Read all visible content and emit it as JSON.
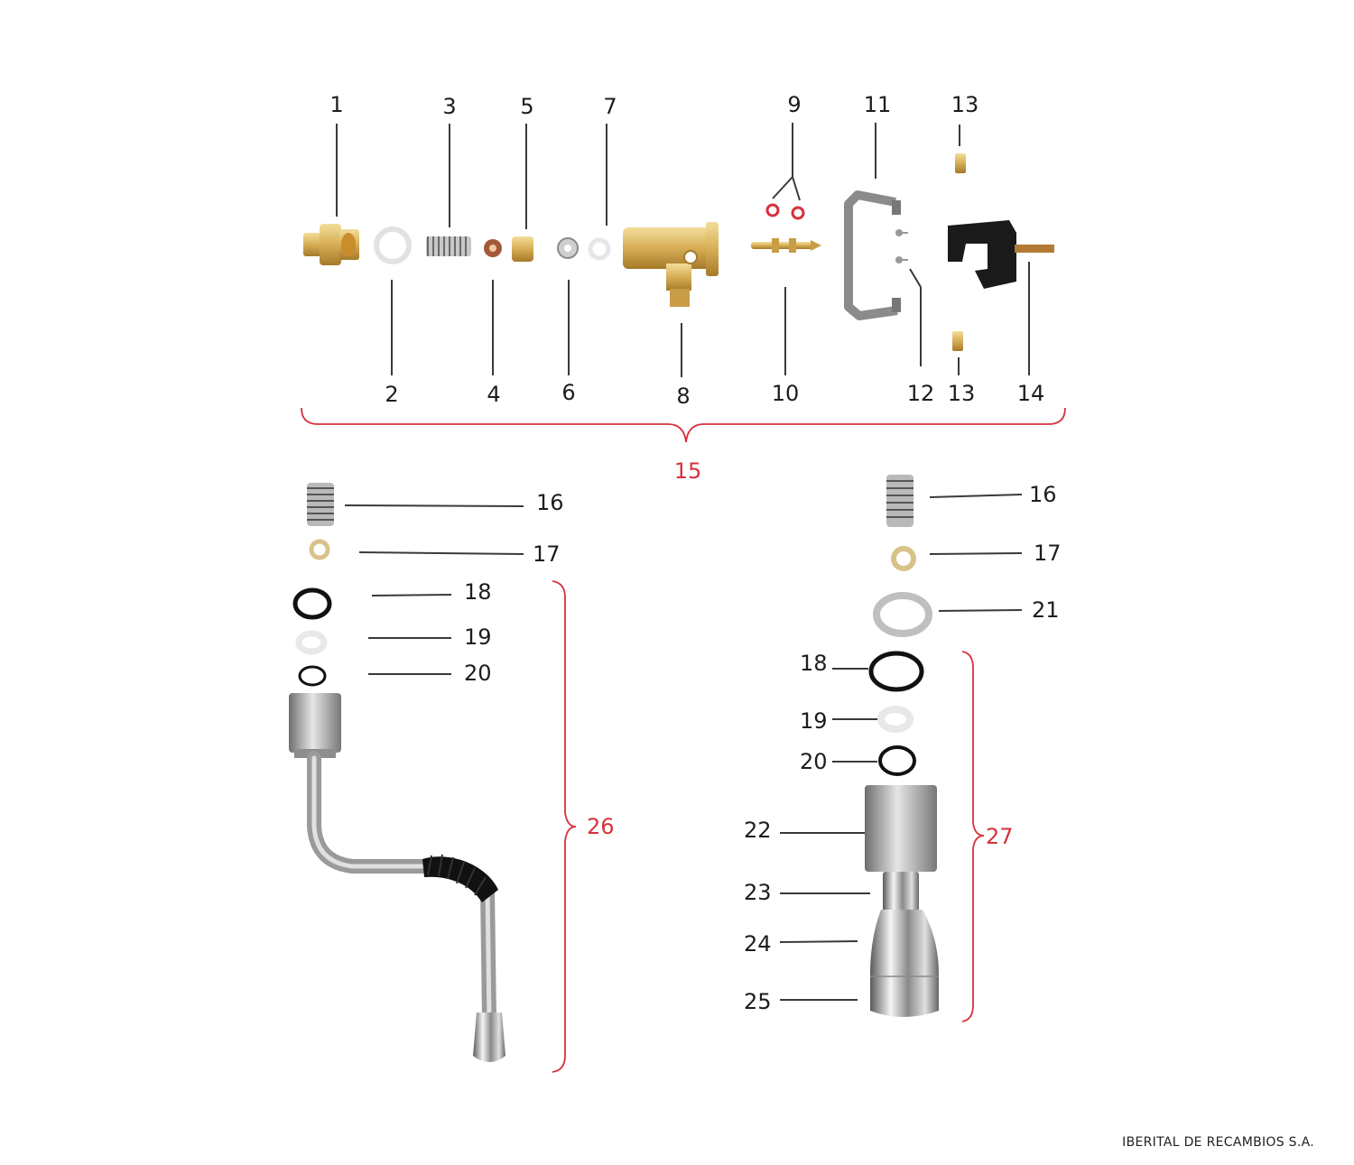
{
  "parts": {
    "p1": "1",
    "p2": "2",
    "p3": "3",
    "p4": "4",
    "p5": "5",
    "p6": "6",
    "p7": "7",
    "p8": "8",
    "p9": "9",
    "p10": "10",
    "p11": "11",
    "p12": "12",
    "p13a": "13",
    "p13b": "13",
    "p14": "14",
    "p15": "15",
    "l16": "16",
    "l17": "17",
    "l18": "18",
    "l19": "19",
    "l20": "20",
    "l26": "26",
    "r16": "16",
    "r17": "17",
    "r21": "21",
    "r18": "18",
    "r19": "19",
    "r20": "20",
    "r22": "22",
    "r23": "23",
    "r24": "24",
    "r25": "25",
    "r27": "27"
  },
  "colors": {
    "brace": "#d6323c",
    "brass": "#d9b45a",
    "steel": "#b7b7b7",
    "black": "#1a1a1a"
  },
  "footer": {
    "company": "IBERITAL DE RECAMBIOS S.A."
  }
}
